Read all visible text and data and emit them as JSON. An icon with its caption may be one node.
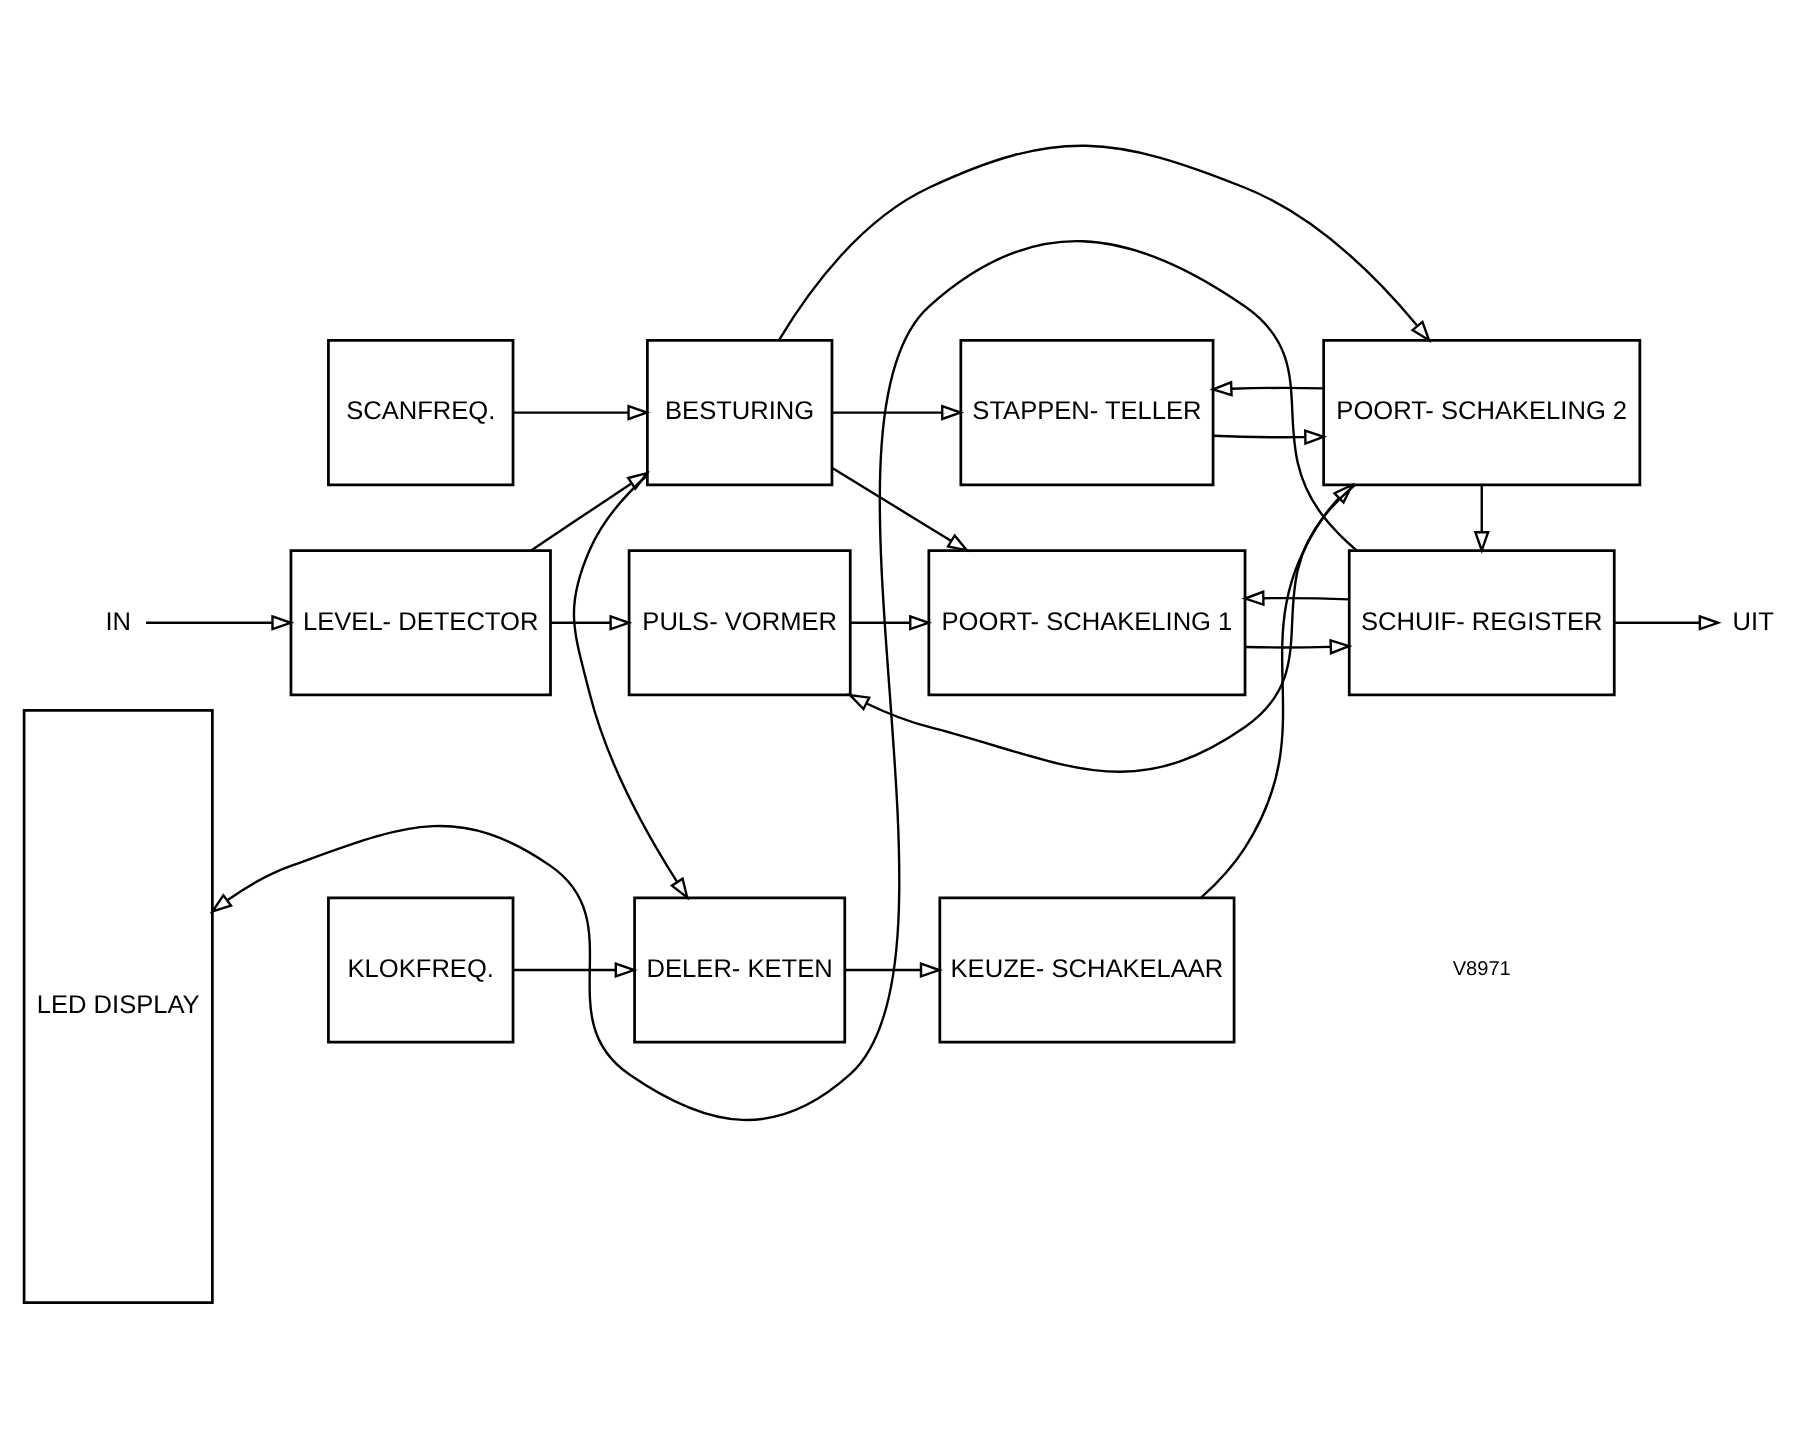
{
  "diagram": {
    "nodes": [
      {
        "text": [
          "LED DISPLAY"
        ]
      },
      {
        "text": [
          "IN"
        ]
      },
      {
        "text": [
          "LEVEL- DETECTOR"
        ]
      },
      {
        "text": [
          "PULS- VORMER"
        ]
      },
      {
        "text": [
          "POORT- SCHAKELING 1"
        ]
      },
      {
        "text": [
          "SCHUIF- REGISTER"
        ]
      },
      {
        "text": [
          "UIT"
        ]
      },
      {
        "text": [
          "SCANFREQ."
        ]
      },
      {
        "text": [
          "BESTURING"
        ]
      },
      {
        "text": [
          "STAPPEN- TELLER"
        ]
      },
      {
        "text": [
          "POORT- SCHAKELING 2"
        ]
      },
      {
        "text": [
          "KLOKFREQ."
        ]
      },
      {
        "text": [
          "DELER- KETEN"
        ]
      },
      {
        "text": [
          "KEUZE- SCHAKELAAR"
        ]
      }
    ],
    "edges": [
      {
        "from": 1,
        "to": 2,
        "arrow": "to"
      },
      {
        "from": 2,
        "to": 3,
        "arrow": "to"
      },
      {
        "from": 2,
        "to": 8,
        "arrow": "to"
      },
      {
        "from": 3,
        "to": 4,
        "arrow": "to"
      },
      {
        "from": 8,
        "to": 4,
        "arrow": "to"
      },
      {
        "from": 4,
        "to": 5,
        "arrow": "to"
      },
      {
        "from": 5,
        "to": 0,
        "arrow": "to"
      },
      {
        "from": 5,
        "to": 6,
        "arrow": "to"
      },
      {
        "from": 5,
        "to": 4,
        "arrow": "to"
      },
      {
        "from": 10,
        "to": 5,
        "arrow": "to"
      },
      {
        "from": 10,
        "to": 3,
        "arrow": "to"
      },
      {
        "from": 10,
        "to": 9,
        "arrow": "to"
      },
      {
        "from": 7,
        "to": 8,
        "arrow": "to"
      },
      {
        "from": 8,
        "to": 9,
        "arrow": "to"
      },
      {
        "from": 8,
        "to": 10,
        "arrow": "to"
      },
      {
        "from": 9,
        "to": 10,
        "arrow": "to"
      },
      {
        "from": 8,
        "to": 12,
        "arrow": "to"
      },
      {
        "from": 11,
        "to": 12,
        "arrow": "to"
      },
      {
        "from": 12,
        "to": 13,
        "arrow": "to"
      },
      {
        "from": 13,
        "to": 10,
        "arrow": "to"
      }
    ],
    "labels": [
      "V8971"
    ]
  }
}
